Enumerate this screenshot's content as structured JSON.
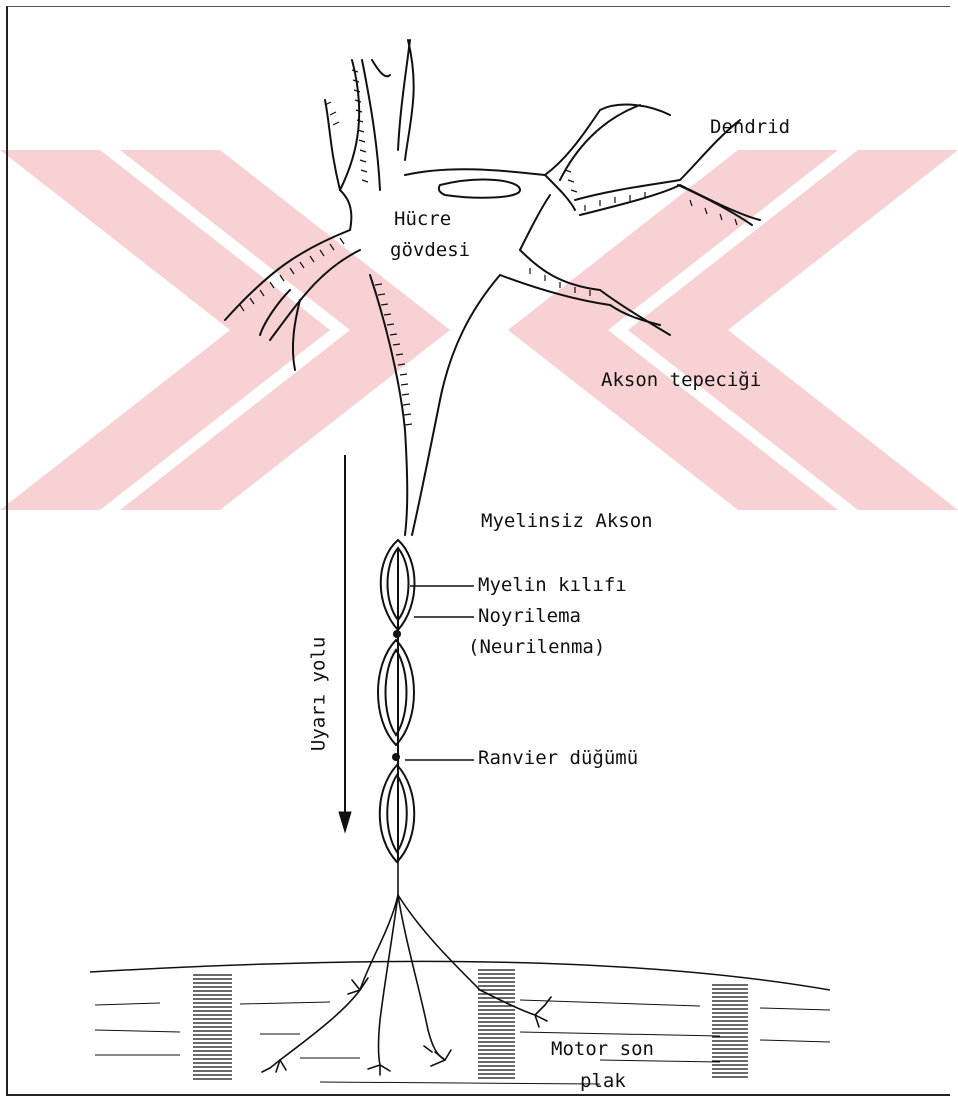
{
  "colors": {
    "ink": "#111111",
    "watermark": "#f4c6c9"
  },
  "watermark": {
    "description_icon": "double-chevron-watermark"
  },
  "labels": {
    "dendrid": "Dendrid",
    "hucre": "Hücre",
    "govdesi": "gövdesi",
    "akson_tepecigi": "Akson tepeciği",
    "myelinsiz_akson": "Myelinsiz Akson",
    "myelin_kilifi": "Myelin kılıfı",
    "noyrilema": "Noyrilema",
    "neurilenma": "(Neurilenma)",
    "ranvier": "Ranvier düğümü",
    "uyari_yolu": "Uyarı yolu",
    "motor_son": "Motor son",
    "plak": "plak"
  }
}
